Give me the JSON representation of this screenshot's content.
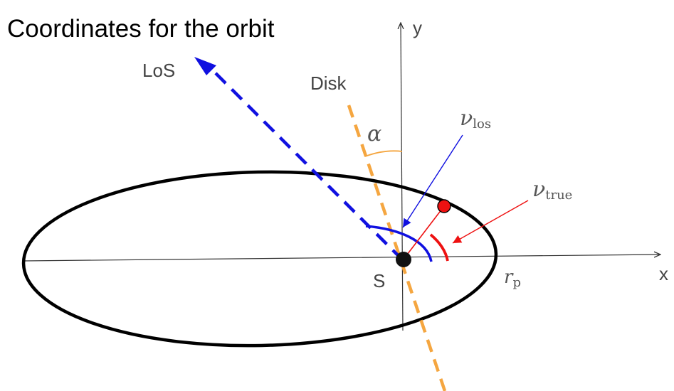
{
  "title": "Coordinates for the orbit",
  "labels": {
    "los": "LoS",
    "disk": "Disk",
    "x_axis": "x",
    "y_axis": "y",
    "star": "S",
    "alpha": "α",
    "nu": "ν",
    "nu_los_sub": "los",
    "nu_true_sub": "true",
    "r": "r",
    "r_sub": "p"
  },
  "colors": {
    "los": "#1010e0",
    "disk": "#f5a640",
    "true_anomaly": "#ee1111",
    "orbit": "#000000",
    "axes": "#333333",
    "body_marker": "#ee1111",
    "star": "#111111"
  }
}
